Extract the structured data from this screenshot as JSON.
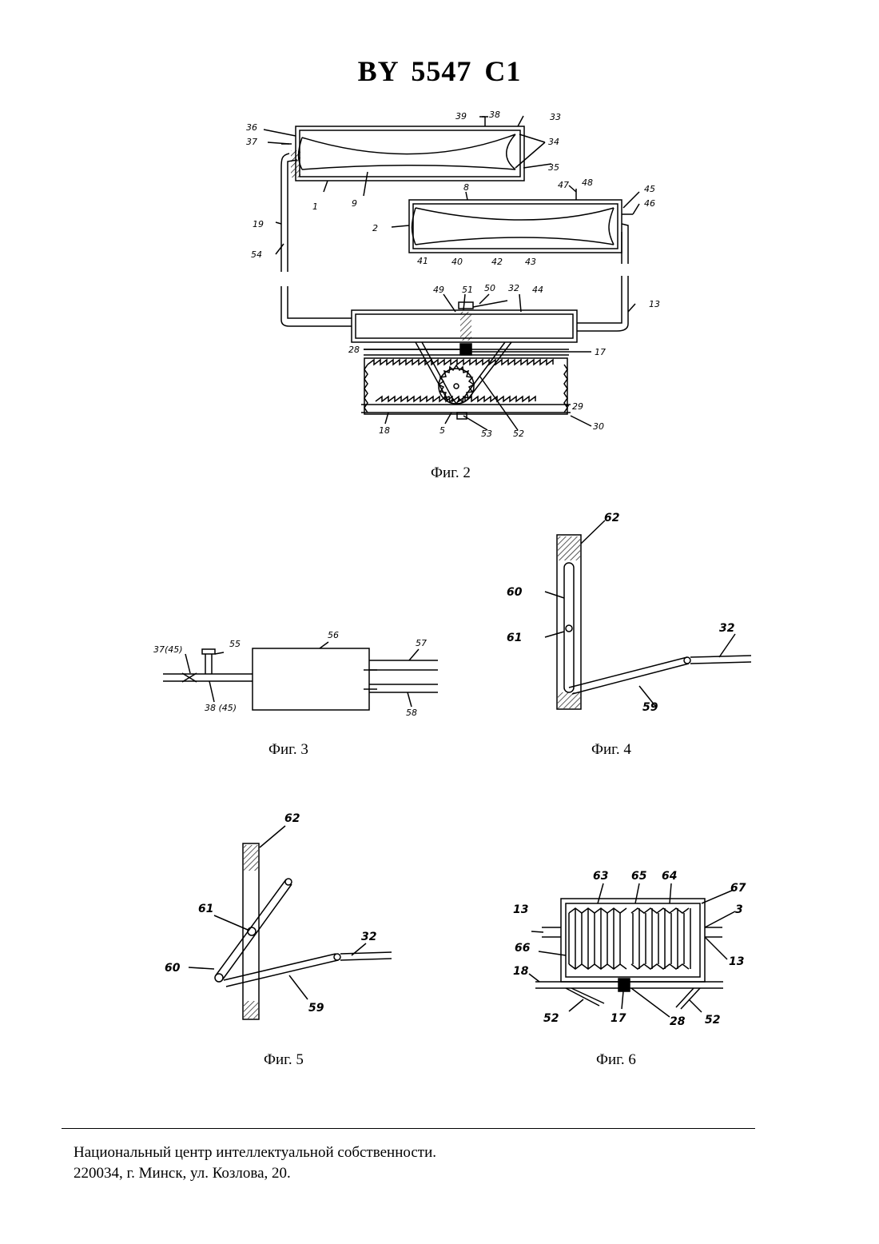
{
  "header": {
    "title": "BY 5547 C1"
  },
  "figures": [
    {
      "caption": "Фиг. 2",
      "labels": [
        "39",
        "38",
        "36",
        "37",
        "33",
        "34",
        "35",
        "1",
        "9",
        "8",
        "47",
        "48",
        "45",
        "46",
        "2",
        "19",
        "54",
        "41",
        "40",
        "42",
        "43",
        "49",
        "51",
        "50",
        "32",
        "44",
        "13",
        "28",
        "17",
        "29",
        "30",
        "18",
        "5",
        "53",
        "52"
      ]
    },
    {
      "caption": "Фиг. 3",
      "labels": [
        "37(45)",
        "55",
        "56",
        "57",
        "38 (45)",
        "58"
      ]
    },
    {
      "caption": "Фиг. 4",
      "labels": [
        "62",
        "60",
        "61",
        "32",
        "59"
      ]
    },
    {
      "caption": "Фиг. 5",
      "labels": [
        "62",
        "61",
        "60",
        "32",
        "59"
      ]
    },
    {
      "caption": "Фиг. 6",
      "labels": [
        "63",
        "65",
        "64",
        "67",
        "13",
        "3",
        "66",
        "13",
        "18",
        "17",
        "28",
        "52",
        "52"
      ]
    }
  ],
  "footer": {
    "line1": "Национальный центр интеллектуальной собственности.",
    "line2": "220034, г. Минск, ул. Козлова, 20."
  }
}
